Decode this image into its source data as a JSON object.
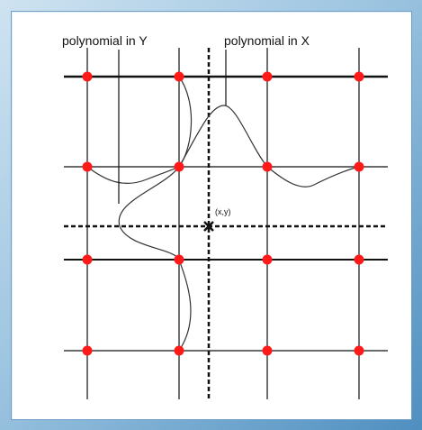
{
  "labels": {
    "poly_y": "polynomial in Y",
    "poly_x": "polynomial in X",
    "point": "(x,y)"
  },
  "colors": {
    "grid": "#111111",
    "node": "#ff1a1a",
    "curve": "#333333"
  }
}
